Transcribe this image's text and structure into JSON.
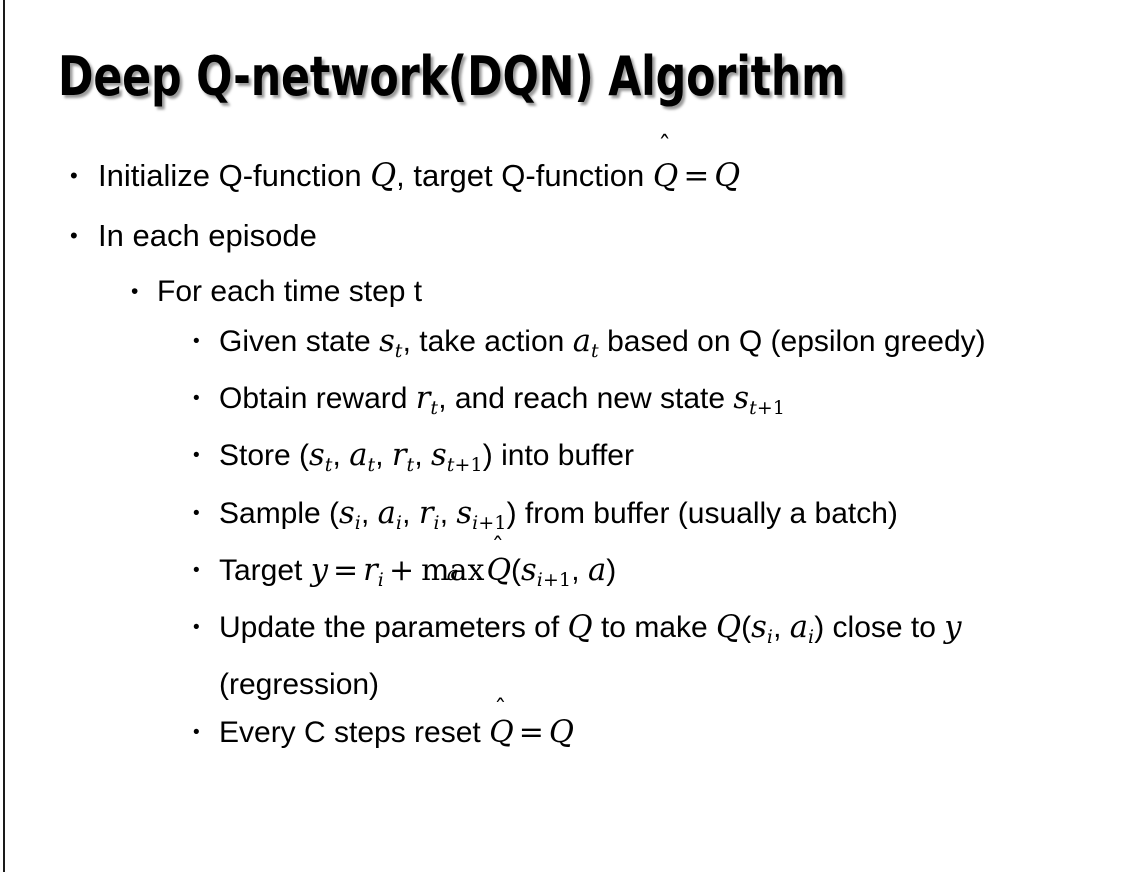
{
  "slide": {
    "title": "Deep Q-network(DQN) Algorithm",
    "background_color": "#ffffff",
    "text_color": "#000000",
    "accent_rule_color": "#1a1a1a",
    "bullet_glyph": "•"
  },
  "content": {
    "bullets": [
      {
        "level": 1,
        "plain_text": "Initialize Q-function Q, target Q-function Q̂ = Q",
        "segments": [
          {
            "kind": "text",
            "value": "Initialize Q-function "
          },
          {
            "kind": "var",
            "value": "Q"
          },
          {
            "kind": "text",
            "value": ", target Q-function "
          },
          {
            "kind": "hatvar",
            "value": "Q"
          },
          {
            "kind": "eq",
            "value": "="
          },
          {
            "kind": "var",
            "value": "Q"
          }
        ]
      },
      {
        "level": 1,
        "plain_text": "In each episode",
        "segments": [
          {
            "kind": "text",
            "value": "In each episode"
          }
        ]
      },
      {
        "level": 2,
        "plain_text": "For each time step t",
        "segments": [
          {
            "kind": "text",
            "value": "For each time step t"
          }
        ]
      },
      {
        "level": 3,
        "plain_text": "Given state s_t, take action a_t based on Q (epsilon greedy)",
        "segments": [
          {
            "kind": "text",
            "value": "Given state "
          },
          {
            "kind": "var",
            "value": "s",
            "sub": "t"
          },
          {
            "kind": "text",
            "value": ", take action "
          },
          {
            "kind": "var",
            "value": "a",
            "sub": "t"
          },
          {
            "kind": "text",
            "value": " based on Q (epsilon greedy)"
          }
        ]
      },
      {
        "level": 3,
        "plain_text": "Obtain reward r_t, and reach new state s_{t+1}",
        "segments": [
          {
            "kind": "text",
            "value": "Obtain reward "
          },
          {
            "kind": "var",
            "value": "r",
            "sub": "t"
          },
          {
            "kind": "text",
            "value": ", and reach new state "
          },
          {
            "kind": "var",
            "value": "s",
            "sub": "t+1"
          }
        ]
      },
      {
        "level": 3,
        "plain_text": "Store (s_t, a_t, r_t, s_{t+1}) into buffer",
        "segments": [
          {
            "kind": "text",
            "value": "Store ("
          },
          {
            "kind": "var",
            "value": "s",
            "sub": "t"
          },
          {
            "kind": "text",
            "value": ", "
          },
          {
            "kind": "var",
            "value": "a",
            "sub": "t"
          },
          {
            "kind": "text",
            "value": ", "
          },
          {
            "kind": "var",
            "value": "r",
            "sub": "t"
          },
          {
            "kind": "text",
            "value": ", "
          },
          {
            "kind": "var",
            "value": "s",
            "sub": "t+1"
          },
          {
            "kind": "text",
            "value": ") into buffer"
          }
        ]
      },
      {
        "level": 3,
        "plain_text": "Sample (s_i, a_i, r_i, s_{i+1}) from buffer (usually a batch)",
        "segments": [
          {
            "kind": "text",
            "value": "Sample ("
          },
          {
            "kind": "var",
            "value": "s",
            "sub": "i"
          },
          {
            "kind": "text",
            "value": ", "
          },
          {
            "kind": "var",
            "value": "a",
            "sub": "i"
          },
          {
            "kind": "text",
            "value": ", "
          },
          {
            "kind": "var",
            "value": "r",
            "sub": "i"
          },
          {
            "kind": "text",
            "value": ", "
          },
          {
            "kind": "var",
            "value": "s",
            "sub": "i+1"
          },
          {
            "kind": "text",
            "value": ") from buffer (usually a batch)"
          }
        ]
      },
      {
        "level": 3,
        "plain_text": "Target y = r_i + max_a Q̂(s_{i+1}, a)",
        "segments": [
          {
            "kind": "text",
            "value": "Target "
          },
          {
            "kind": "var",
            "value": "y"
          },
          {
            "kind": "eq",
            "value": "="
          },
          {
            "kind": "var",
            "value": "r",
            "sub": "i"
          },
          {
            "kind": "eq",
            "value": "+"
          },
          {
            "kind": "underop",
            "value": "max",
            "under": "a"
          },
          {
            "kind": "hatvar",
            "value": "Q"
          },
          {
            "kind": "text",
            "value": "("
          },
          {
            "kind": "var",
            "value": "s",
            "sub": "i+1"
          },
          {
            "kind": "text",
            "value": ", "
          },
          {
            "kind": "var",
            "value": "a"
          },
          {
            "kind": "text",
            "value": ")"
          }
        ]
      },
      {
        "level": 3,
        "plain_text": "Update the parameters of Q to make Q(s_i, a_i) close to y (regression)",
        "segments": [
          {
            "kind": "text",
            "value": "Update the parameters of "
          },
          {
            "kind": "var",
            "value": "Q"
          },
          {
            "kind": "text",
            "value": " to make "
          },
          {
            "kind": "var",
            "value": "Q"
          },
          {
            "kind": "text",
            "value": "("
          },
          {
            "kind": "var",
            "value": "s",
            "sub": "i"
          },
          {
            "kind": "text",
            "value": ", "
          },
          {
            "kind": "var",
            "value": "a",
            "sub": "i"
          },
          {
            "kind": "text",
            "value": ") close to "
          },
          {
            "kind": "var",
            "value": "y"
          },
          {
            "kind": "text",
            "value": " (regression)"
          }
        ]
      },
      {
        "level": 3,
        "plain_text": "Every C steps reset Q̂ = Q",
        "segments": [
          {
            "kind": "text",
            "value": "Every C steps reset "
          },
          {
            "kind": "hatvar",
            "value": "Q"
          },
          {
            "kind": "eq",
            "value": "="
          },
          {
            "kind": "var",
            "value": "Q"
          }
        ]
      }
    ]
  }
}
